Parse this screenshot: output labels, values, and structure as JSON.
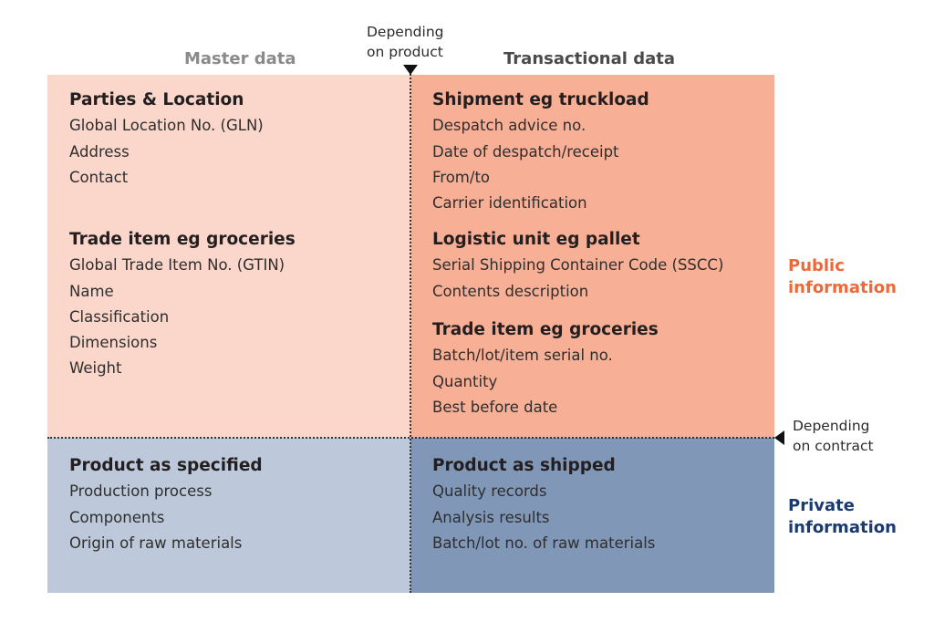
{
  "columns": {
    "master": "Master data",
    "transactional": "Transactional data"
  },
  "notes": {
    "product": [
      "Depending",
      "on product"
    ],
    "contract": [
      "Depending",
      "on contract"
    ]
  },
  "rows": {
    "public": [
      "Public",
      "information"
    ],
    "private": [
      "Private",
      "information"
    ]
  },
  "colors": {
    "master_public": "#fbd6ca",
    "transactional_public": "#f7af96",
    "master_private": "#bdc9db",
    "transactional_private": "#8097b7",
    "public_label": "#ec6a3a",
    "private_label": "#1b3a6f"
  },
  "quadrants": {
    "tl": [
      {
        "heading": "Parties & Location",
        "items": [
          "Global Location No. (GLN)",
          "Address",
          "Contact"
        ]
      },
      {
        "heading": "Trade item eg groceries",
        "items": [
          "Global Trade Item No. (GTIN)",
          "Name",
          "Classification",
          "Dimensions",
          "Weight"
        ]
      }
    ],
    "tr": [
      {
        "heading": "Shipment eg truckload",
        "items": [
          "Despatch advice no.",
          "Date of despatch/receipt",
          "From/to",
          "Carrier identification"
        ]
      },
      {
        "heading": "Logistic unit eg pallet",
        "items": [
          "Serial Shipping Container Code (SSCC)",
          "Contents description"
        ]
      },
      {
        "heading": "Trade item eg groceries",
        "items": [
          "Batch/lot/item serial no.",
          "Quantity",
          "Best before date"
        ]
      }
    ],
    "bl": [
      {
        "heading": "Product as specified",
        "items": [
          "Production process",
          "Components",
          "Origin of raw materials"
        ]
      }
    ],
    "br": [
      {
        "heading": "Product as shipped",
        "items": [
          "Quality records",
          "Analysis results",
          "Batch/lot no. of raw materials"
        ]
      }
    ]
  }
}
